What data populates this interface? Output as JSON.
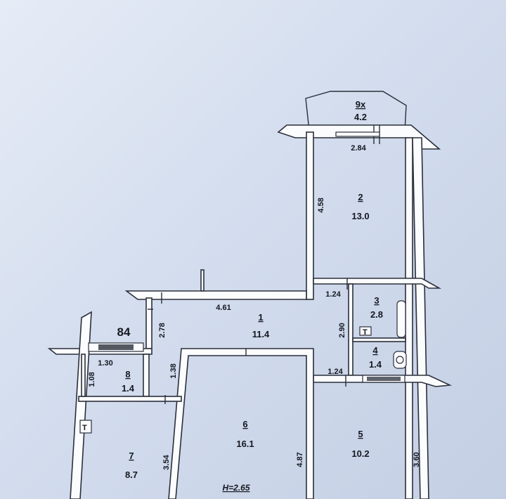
{
  "plan": {
    "rooms": [
      {
        "id": "room-9x",
        "number": "9х",
        "area": "4.2"
      },
      {
        "id": "room-2",
        "number": "2",
        "area": "13.0"
      },
      {
        "id": "room-1",
        "number": "1",
        "area": "11.4"
      },
      {
        "id": "room-3",
        "number": "3",
        "area": "2.8"
      },
      {
        "id": "room-4",
        "number": "4",
        "area": "1.4"
      },
      {
        "id": "room-5",
        "number": "5",
        "area": "10.2"
      },
      {
        "id": "room-6",
        "number": "6",
        "area": "16.1"
      },
      {
        "id": "room-7",
        "number": "7",
        "area": "8.7"
      },
      {
        "id": "room-8",
        "number": "8",
        "area": "1.4"
      }
    ],
    "dimensions": {
      "balcony_width": "2.84",
      "room2_length": "4.58",
      "hall_width": "4.61",
      "bath_width": "1.24",
      "wc_width": "1.24",
      "bath_wc_length": "2.90",
      "room5_length": "3.60",
      "room6_length": "4.87",
      "room7_length": "3.54",
      "hall_small": "1.38",
      "closet_depth": "2.78",
      "closet8_width": "1.30",
      "closet8_length": "1.08"
    },
    "apartment_label": "84",
    "ceiling_height": "Н=2.65"
  },
  "colors": {
    "paper": "#dfe6f2",
    "ink": "#2a2f3a"
  }
}
